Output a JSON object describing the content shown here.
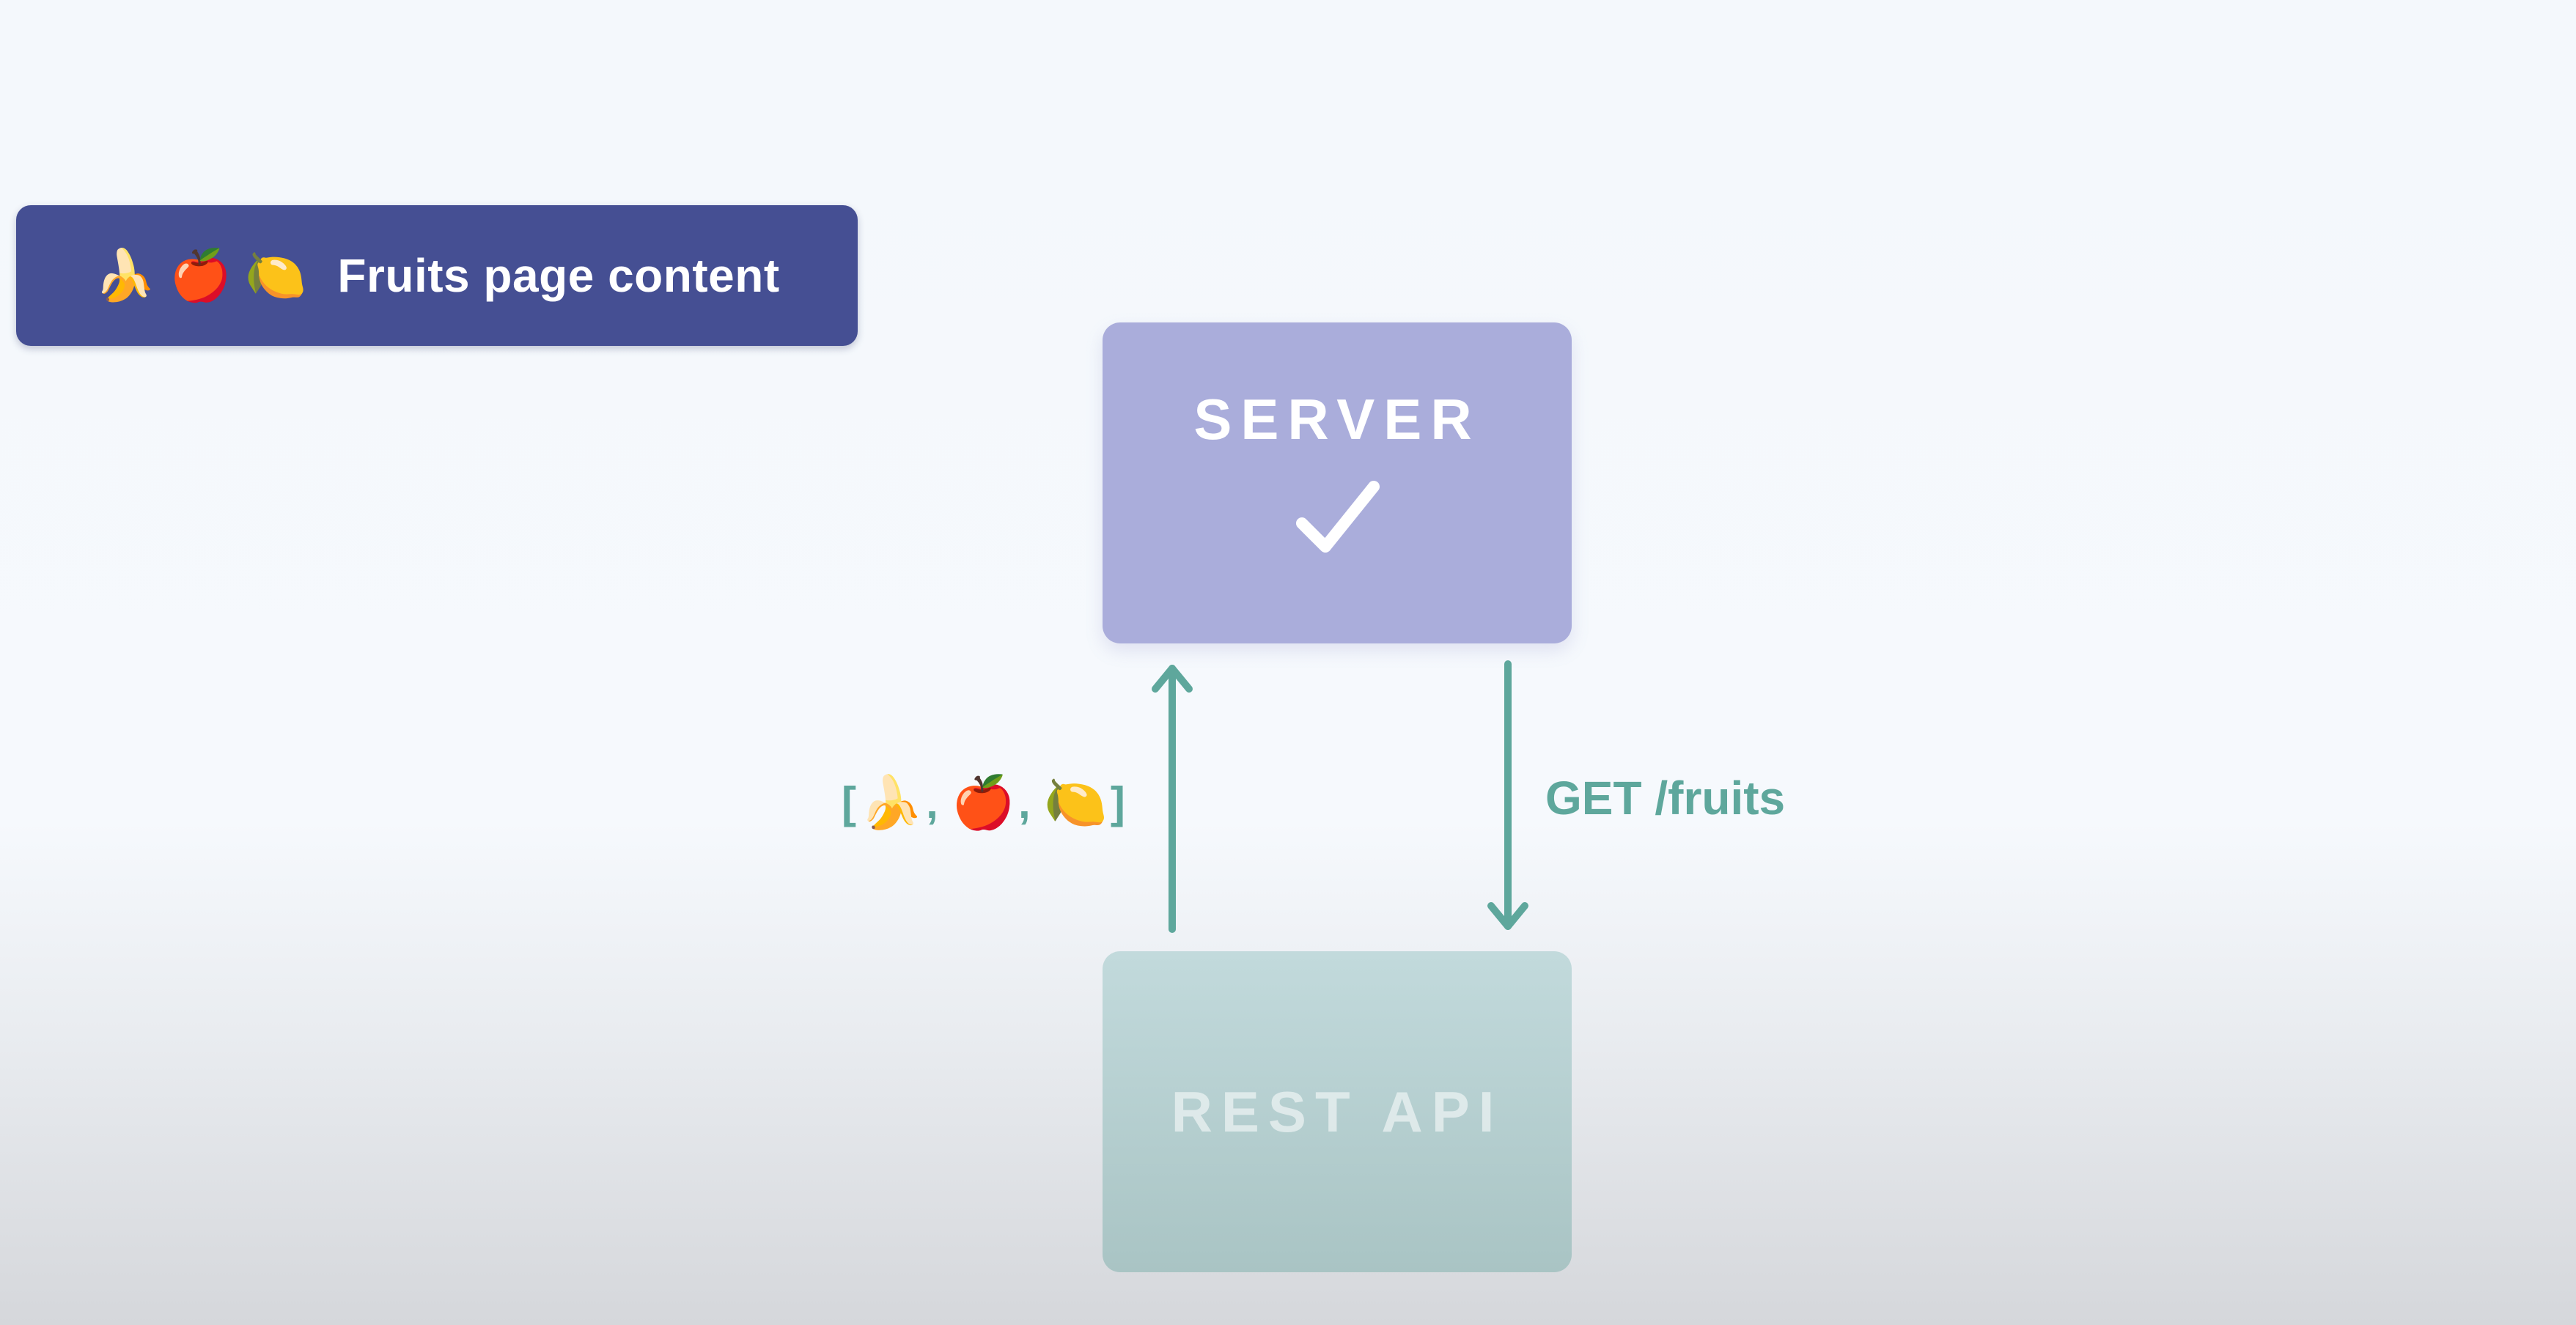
{
  "page_label": {
    "emojis": [
      "🍌",
      "🍎",
      "🍋"
    ],
    "text": "Fruits page content"
  },
  "server": {
    "title": "SERVER",
    "status_icon": "check-icon"
  },
  "rest_api": {
    "title": "REST API"
  },
  "request_label": "GET /fruits",
  "response_label": {
    "open": "[",
    "items": [
      "🍌",
      "🍎",
      "🍋"
    ],
    "separator": ",",
    "close": "]"
  },
  "colors": {
    "label_bg": "#454f93",
    "server_bg": "#aaaddb",
    "rest_bg": "#b6d0d2",
    "arrow": "#5ea79c"
  }
}
